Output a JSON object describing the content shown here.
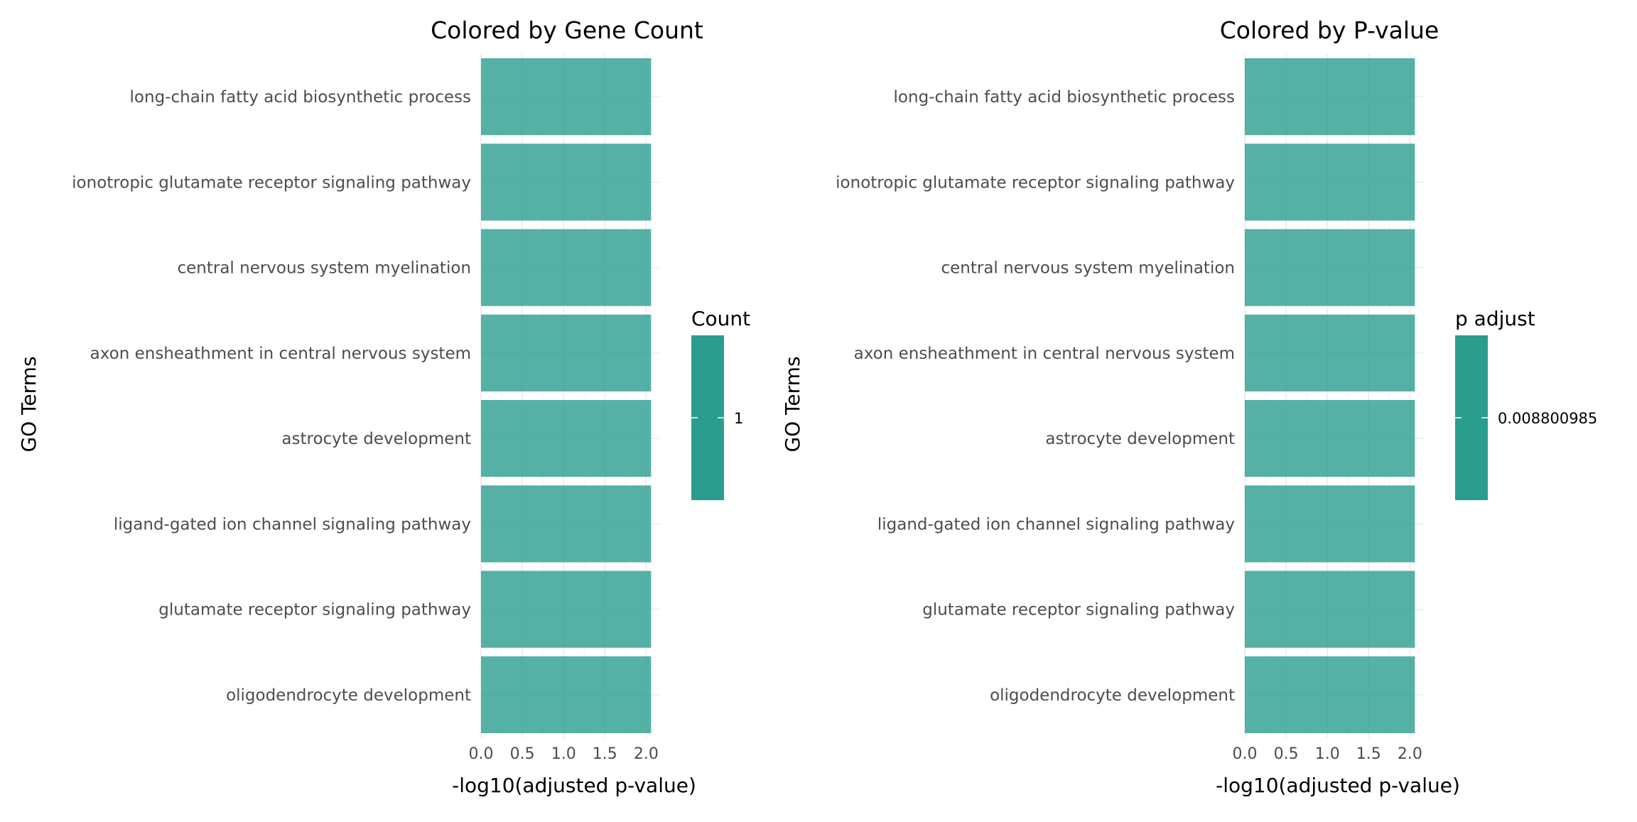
{
  "chart_data": [
    {
      "type": "bar",
      "orientation": "horizontal",
      "title": "Colored by Gene Count",
      "xlabel": "-log10(adjusted p-value)",
      "ylabel": "GO Terms",
      "categories": [
        "long-chain fatty acid biosynthetic process",
        "ionotropic glutamate receptor signaling pathway",
        "central nervous system myelination",
        "axon ensheathment in central nervous system",
        "astrocyte development",
        "ligand-gated ion channel signaling pathway",
        "glutamate receptor signaling pathway",
        "oligodendrocyte development"
      ],
      "values": [
        2.06,
        2.06,
        2.06,
        2.06,
        2.06,
        2.06,
        2.06,
        2.06
      ],
      "xlim": [
        0,
        2.16
      ],
      "xticks": [
        "0.0",
        "0.5",
        "1.0",
        "1.5",
        "2.0"
      ],
      "grid": true,
      "bar_color": "#2a9d8f",
      "legend": {
        "title": "Count",
        "labels": [
          "1"
        ],
        "position": "right",
        "color": "#2a9d8f"
      }
    },
    {
      "type": "bar",
      "orientation": "horizontal",
      "title": "Colored by P-value",
      "xlabel": "-log10(adjusted p-value)",
      "ylabel": "GO Terms",
      "categories": [
        "long-chain fatty acid biosynthetic process",
        "ionotropic glutamate receptor signaling pathway",
        "central nervous system myelination",
        "axon ensheathment in central nervous system",
        "astrocyte development",
        "ligand-gated ion channel signaling pathway",
        "glutamate receptor signaling pathway",
        "oligodendrocyte development"
      ],
      "values": [
        2.06,
        2.06,
        2.06,
        2.06,
        2.06,
        2.06,
        2.06,
        2.06
      ],
      "xlim": [
        0,
        2.16
      ],
      "xticks": [
        "0.0",
        "0.5",
        "1.0",
        "1.5",
        "2.0"
      ],
      "grid": true,
      "bar_color": "#2a9d8f",
      "legend": {
        "title": "p adjust",
        "labels": [
          "0.008800985"
        ],
        "position": "right",
        "color": "#2a9d8f"
      }
    }
  ]
}
